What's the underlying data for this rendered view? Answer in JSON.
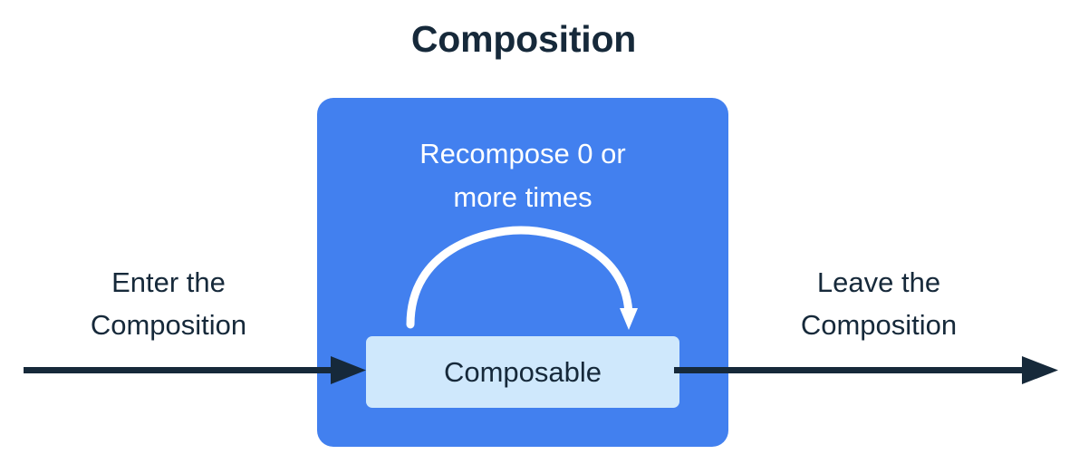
{
  "diagram": {
    "title": "Composition",
    "type": "flow-diagram",
    "colors": {
      "background": "#ffffff",
      "composition_fill": "#4280ef",
      "composable_fill": "#cfe8fc",
      "text_dark": "#16293a",
      "text_light": "#ffffff",
      "arrow_dark": "#16293a",
      "arrow_light": "#ffffff"
    },
    "composition_container": {
      "label_lines": [
        "Recompose 0 or",
        "more times"
      ],
      "recompose_arrow": {
        "icon": "curved-loop-arrow-icon",
        "direction": "left-to-right-over-top",
        "color": "#ffffff"
      },
      "composable_node": {
        "label": "Composable"
      }
    },
    "enter_flow": {
      "caption_lines": [
        "Enter the",
        "Composition"
      ],
      "arrow": {
        "icon": "arrow-right-icon",
        "direction": "right",
        "color": "#16293a"
      }
    },
    "leave_flow": {
      "caption_lines": [
        "Leave the",
        "Composition"
      ],
      "arrow": {
        "icon": "arrow-right-icon",
        "direction": "right",
        "color": "#16293a"
      }
    }
  }
}
